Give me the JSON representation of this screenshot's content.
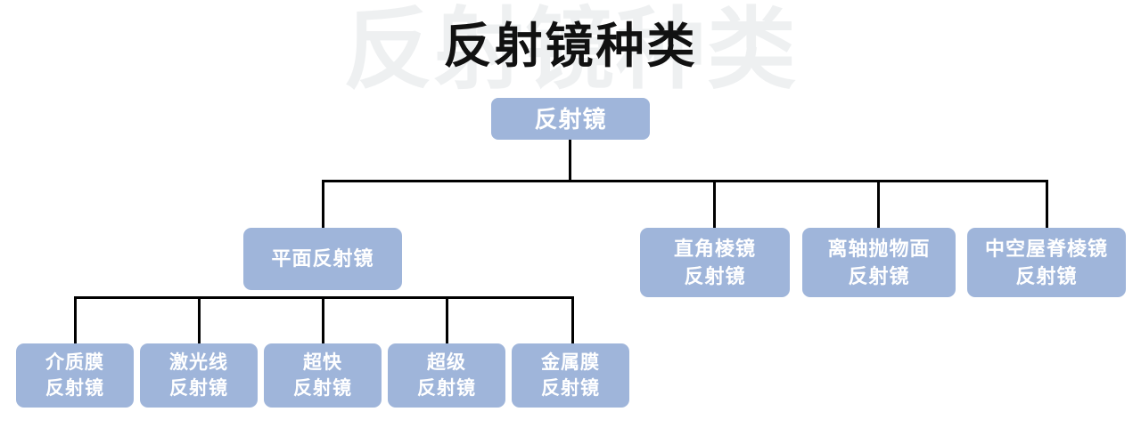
{
  "page": {
    "title": "反射镜种类",
    "ghost_title": "反射镜种类",
    "background_color": "#ffffff",
    "node_fill_color": "#9fb5da",
    "node_text_color": "#ffffff",
    "connector_color": "#000000",
    "title_color": "#111111",
    "ghost_title_color": "#eef0f1"
  },
  "diagram": {
    "type": "org-chart",
    "root": {
      "label": "反射镜"
    },
    "level2": [
      {
        "label": "平面反射镜"
      },
      {
        "label": "直角棱镜\n反射镜"
      },
      {
        "label": "离轴抛物面\n反射镜"
      },
      {
        "label": "中空屋脊棱镜\n反射镜"
      }
    ],
    "level3": [
      {
        "label": "介质膜\n反射镜"
      },
      {
        "label": "激光线\n反射镜"
      },
      {
        "label": "超快\n反射镜"
      },
      {
        "label": "超级\n反射镜"
      },
      {
        "label": "金属膜\n反射镜"
      }
    ]
  }
}
